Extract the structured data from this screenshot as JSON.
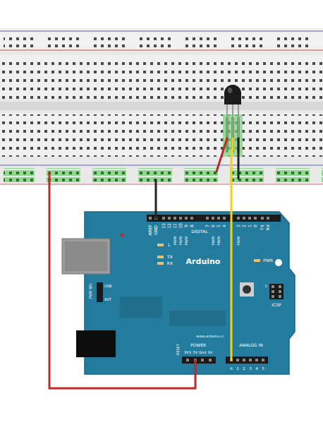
{
  "diagram": {
    "labels": [
      "AREF",
      "GND",
      "13",
      "12",
      "11",
      "10",
      "9",
      "8",
      "7",
      "6",
      "5",
      "4",
      "3",
      "2",
      "1",
      "0",
      "TX",
      "RX",
      "DIGITAL",
      "PWM",
      "PWM",
      "PWM",
      "PWM",
      "PWM",
      "PWM",
      "L",
      "TX",
      "RX",
      "Arduino",
      "PWR",
      "ICSP",
      "1",
      "PWR SEL",
      "USB",
      "EXT",
      "www.arduino.cc",
      "RESET",
      "3V3",
      "5V",
      "Gnd",
      "9V",
      "POWER",
      "ANALOG IN",
      "0",
      "1",
      "2",
      "3",
      "4",
      "5"
    ]
  }
}
